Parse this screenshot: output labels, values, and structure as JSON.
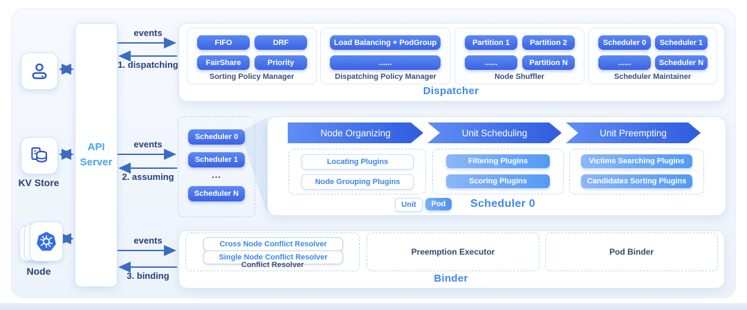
{
  "left": {
    "api_server": "API Server",
    "actors": {
      "user": "",
      "kv_store": "KV Store",
      "node": "Node"
    }
  },
  "flows": [
    {
      "events": "events",
      "step": "1. dispatching"
    },
    {
      "events": "events",
      "step": "2. assuming"
    },
    {
      "events": "events",
      "step": "3. binding"
    }
  ],
  "dispatcher": {
    "title": "Dispatcher",
    "groups": [
      {
        "title": "Sorting Policy Manager",
        "buttons": [
          "FIFO",
          "DRF",
          "FairShare",
          "Priority"
        ]
      },
      {
        "title": "Dispatching Policy Manager",
        "buttons": [
          "Load Balancing + PodGroup",
          "......"
        ]
      },
      {
        "title": "Node Shuffler",
        "buttons": [
          "Partition 1",
          "Partition 2",
          "......",
          "Partition N"
        ]
      },
      {
        "title": "Scheduler Maintainer",
        "buttons": [
          "Scheduler 0",
          "Scheduler 1",
          "......",
          "Scheduler N"
        ]
      }
    ]
  },
  "scheduler": {
    "title": "Scheduler 0",
    "list": [
      "Scheduler 0",
      "Scheduler 1",
      "...",
      "Scheduler N"
    ],
    "stages": [
      {
        "label": "Node Organizing",
        "plugins": [
          "Locating Plugins",
          "Node Grouping Plugins"
        ]
      },
      {
        "label": "Unit Scheduling",
        "plugins": [
          "Filtering Plugins",
          "Scoring Plugins"
        ]
      },
      {
        "label": "Unit Preempting",
        "plugins": [
          "Victims Searching Plugins",
          "Candidates Sorting Plugins"
        ]
      }
    ],
    "legend": {
      "unit": "Unit",
      "pod": "Pod"
    }
  },
  "binder": {
    "title": "Binder",
    "conflict_resolver": {
      "label": "Conflict Resolver",
      "buttons": [
        "Cross Node Conflict Resolver",
        "Single Node Conflict Resolver"
      ]
    },
    "panels": [
      "Preemption Executor",
      "Pod Binder"
    ]
  },
  "colors": {
    "accent_blue": "#3d87f0",
    "api_blue": "#41a6f3",
    "node_blue": "#326de6",
    "navy_text": "#24417e",
    "arrow": "#3c6cc2"
  }
}
